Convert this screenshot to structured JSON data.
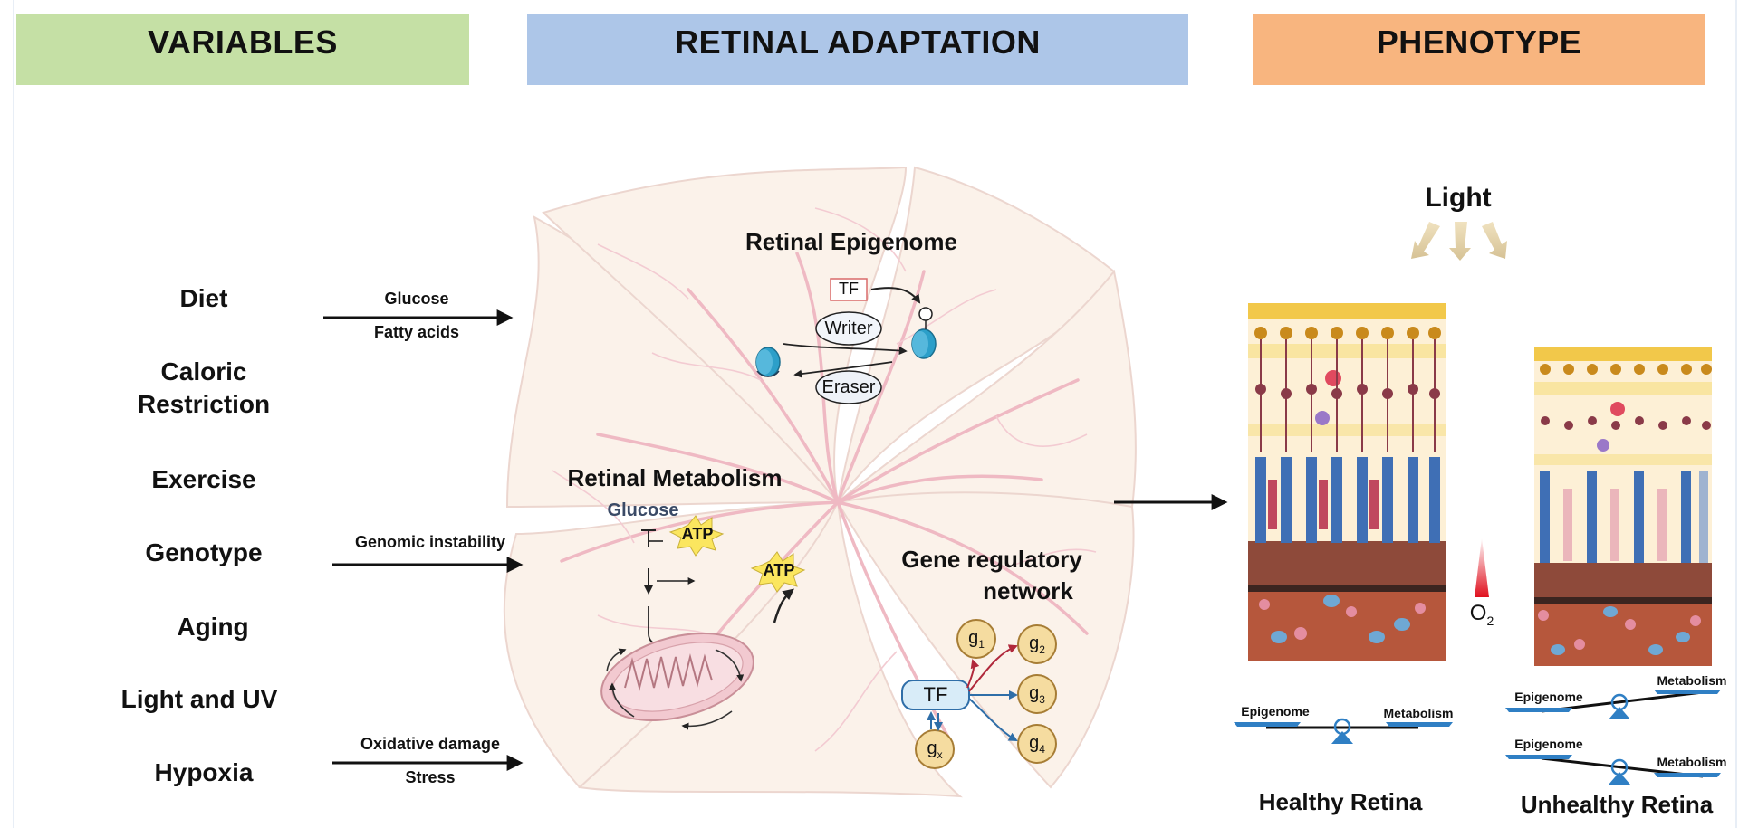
{
  "headers": {
    "variables": "VARIABLES",
    "retinal_adaptation": "RETINAL ADAPTATION",
    "phenotype": "PHENOTYPE"
  },
  "variables": [
    "Diet",
    "Caloric\nRestriction",
    "Exercise",
    "Genotype",
    "Aging",
    "Light and UV",
    "Hypoxia"
  ],
  "arrows": {
    "diet_top": "Glucose",
    "diet_bottom": "Fatty acids",
    "genotype_top": "Genomic instability",
    "hypoxia_top": "Oxidative damage",
    "hypoxia_bottom": "Stress"
  },
  "epigenome": {
    "title": "Retinal Epigenome",
    "tf": "TF",
    "writer": "Writer",
    "eraser": "Eraser"
  },
  "metabolism": {
    "title": "Retinal Metabolism",
    "glucose": "Glucose",
    "atp": "ATP"
  },
  "grn": {
    "title_line1": "Gene regulatory",
    "title_line2": "network",
    "tf": "TF",
    "genes": [
      "g1",
      "g2",
      "g3",
      "g4",
      "gx"
    ],
    "gene_letter": "g",
    "gene_subs": [
      "1",
      "2",
      "3",
      "4",
      "x"
    ]
  },
  "phenotype": {
    "light": "Light",
    "o2": "O",
    "o2_sub": "2",
    "healthy_label": "Healthy Retina",
    "unhealthy_label": "Unhealthy Retina",
    "epigenome": "Epigenome",
    "metabolism": "Metabolism"
  },
  "colors": {
    "variables_bg": "#c5e0a5",
    "retinal_bg": "#adc6e8",
    "phenotype_bg": "#f8b57f",
    "vessel": "#efb9c3",
    "petal_fill": "#fbf2ea",
    "rod_blue": "#3f6fb5",
    "balance_blue": "#2f7fc4",
    "rpe_brown": "#7a3a2e",
    "choroid": "#b6573c"
  }
}
